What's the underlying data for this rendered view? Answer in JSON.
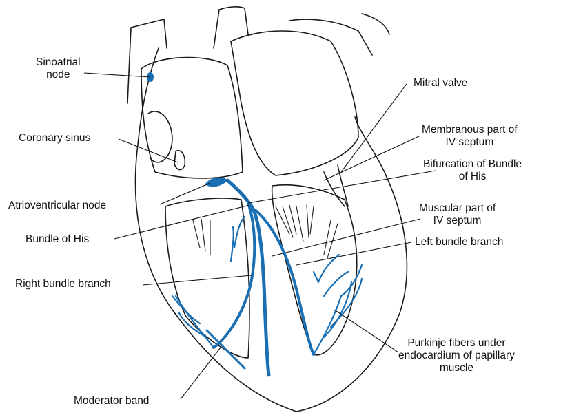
{
  "colors": {
    "outline": "#1a1a1a",
    "conduction": "#1a6fb3",
    "background": "#ffffff"
  },
  "labels": {
    "sa_node": [
      "Sinoatrial",
      "node"
    ],
    "coronary_sinus": "Coronary sinus",
    "av_node": "Atrioventricular node",
    "bundle_his": "Bundle of His",
    "right_bundle": "Right bundle branch",
    "moderator_band": "Moderator band",
    "mitral_valve": "Mitral valve",
    "membranous": [
      "Membranous part of",
      "IV septum"
    ],
    "bifurcation": [
      "Bifurcation of Bundle",
      "of His"
    ],
    "muscular": [
      "Muscular part of",
      "IV septum"
    ],
    "left_bundle": "Left bundle branch",
    "purkinje": [
      "Purkinje fibers under",
      "endocardium of papillary",
      "muscle"
    ]
  }
}
